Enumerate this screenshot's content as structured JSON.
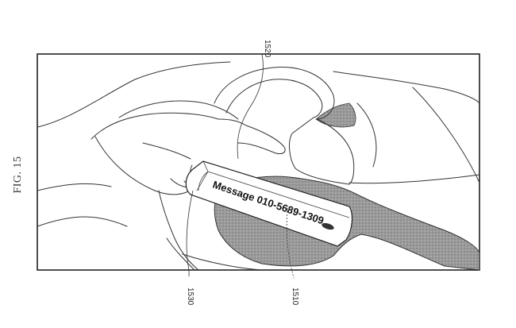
{
  "figure": {
    "label": "FIG. 15",
    "message_text": "Message 010-5689-1309",
    "references": {
      "strap": "1520",
      "device": "1530",
      "wrist_area": "1510"
    },
    "colors": {
      "line": "#333333",
      "shade": "#8e8e8e",
      "background": "#ffffff"
    }
  }
}
